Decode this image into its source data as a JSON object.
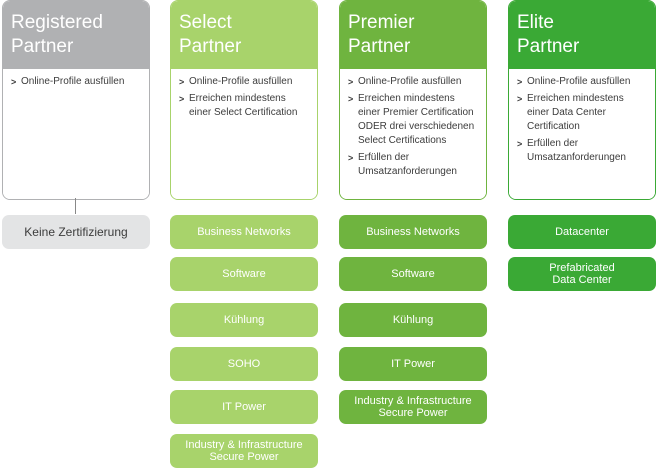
{
  "colors": {
    "registered": "#b0b1b3",
    "select": "#a8d36b",
    "premier": "#6fb43f",
    "elite": "#3aa935",
    "gray_light": "#e3e4e5"
  },
  "tiers": [
    {
      "id": "registered",
      "title": "Registered\nPartner",
      "requirements": [
        "Online-Profile ausfüllen"
      ],
      "certs": [
        "Keine Zertifizierung"
      ]
    },
    {
      "id": "select",
      "title": "Select\nPartner",
      "requirements": [
        "Online-Profile ausfüllen",
        "Erreichen mindestens\neiner Select Certification"
      ],
      "certs": [
        "Business Networks",
        "Software",
        "Kühlung",
        "SOHO",
        "IT Power",
        "Industry & Infrastructure\nSecure Power"
      ]
    },
    {
      "id": "premier",
      "title": "Premier\nPartner",
      "requirements": [
        "Online-Profile ausfüllen",
        "Erreichen mindestens\neiner Premier Certification\nODER drei verschiedenen\nSelect Certifications",
        "Erfüllen der\nUmsatzanforderungen"
      ],
      "certs": [
        "Business Networks",
        "Software",
        "Kühlung",
        "IT Power",
        "Industry & Infrastructure\nSecure Power"
      ]
    },
    {
      "id": "elite",
      "title": "Elite\nPartner",
      "requirements": [
        "Online-Profile ausfüllen",
        "Erreichen mindestens\neiner Data Center\nCertification",
        "Erfüllen der\nUmsatzanforderungen"
      ],
      "certs": [
        "Datacenter",
        "Prefabricated\nData Center"
      ]
    }
  ]
}
